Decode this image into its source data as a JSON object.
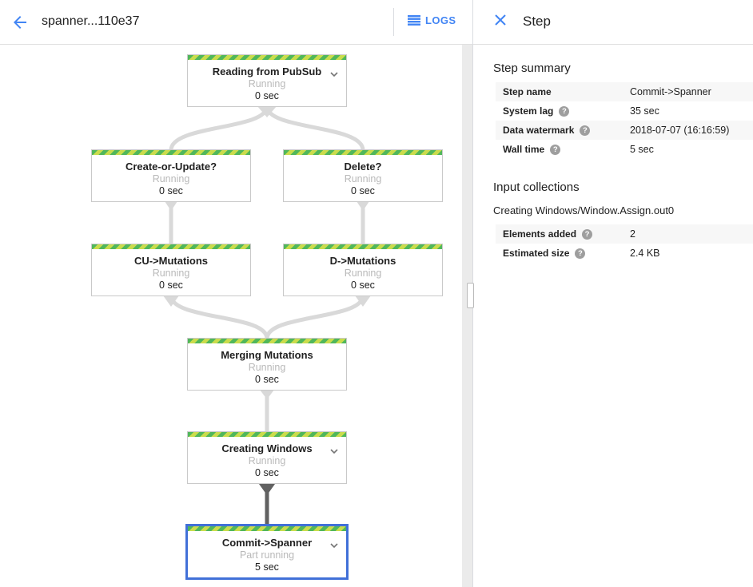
{
  "header": {
    "title": "spanner...110e37",
    "logs_label": "LOGS"
  },
  "panel": {
    "title": "Step",
    "step_summary": {
      "heading": "Step summary",
      "rows": [
        {
          "label": "Step name",
          "value": "Commit->Spanner"
        },
        {
          "label": "System lag",
          "value": "35 sec"
        },
        {
          "label": "Data watermark",
          "value": "2018-07-07 (16:16:59)"
        },
        {
          "label": "Wall time",
          "value": "5 sec"
        }
      ]
    },
    "input_collections": {
      "heading": "Input collections",
      "collection_name": "Creating Windows/Window.Assign.out0",
      "rows": [
        {
          "label": "Elements added",
          "value": "2"
        },
        {
          "label": "Estimated size",
          "value": "2.4 KB"
        }
      ]
    }
  },
  "graph": {
    "nodes": [
      {
        "title": "Reading from PubSub",
        "status": "Running",
        "time": "0 sec"
      },
      {
        "title": "Create-or-Update?",
        "status": "Running",
        "time": "0 sec"
      },
      {
        "title": "Delete?",
        "status": "Running",
        "time": "0 sec"
      },
      {
        "title": "CU->Mutations",
        "status": "Running",
        "time": "0 sec"
      },
      {
        "title": "D->Mutations",
        "status": "Running",
        "time": "0 sec"
      },
      {
        "title": "Merging Mutations",
        "status": "Running",
        "time": "0 sec"
      },
      {
        "title": "Creating Windows",
        "status": "Running",
        "time": "0 sec"
      },
      {
        "title": "Commit->Spanner",
        "status": "Part running",
        "time": "5 sec"
      }
    ]
  },
  "colors": {
    "accent_blue": "#4285f4",
    "selected_border": "#4170d8",
    "stripe_green": "#50b75b",
    "stripe_lime": "#cadc4c",
    "edge_gray": "#d9d9d9",
    "edge_dark": "#616161"
  }
}
